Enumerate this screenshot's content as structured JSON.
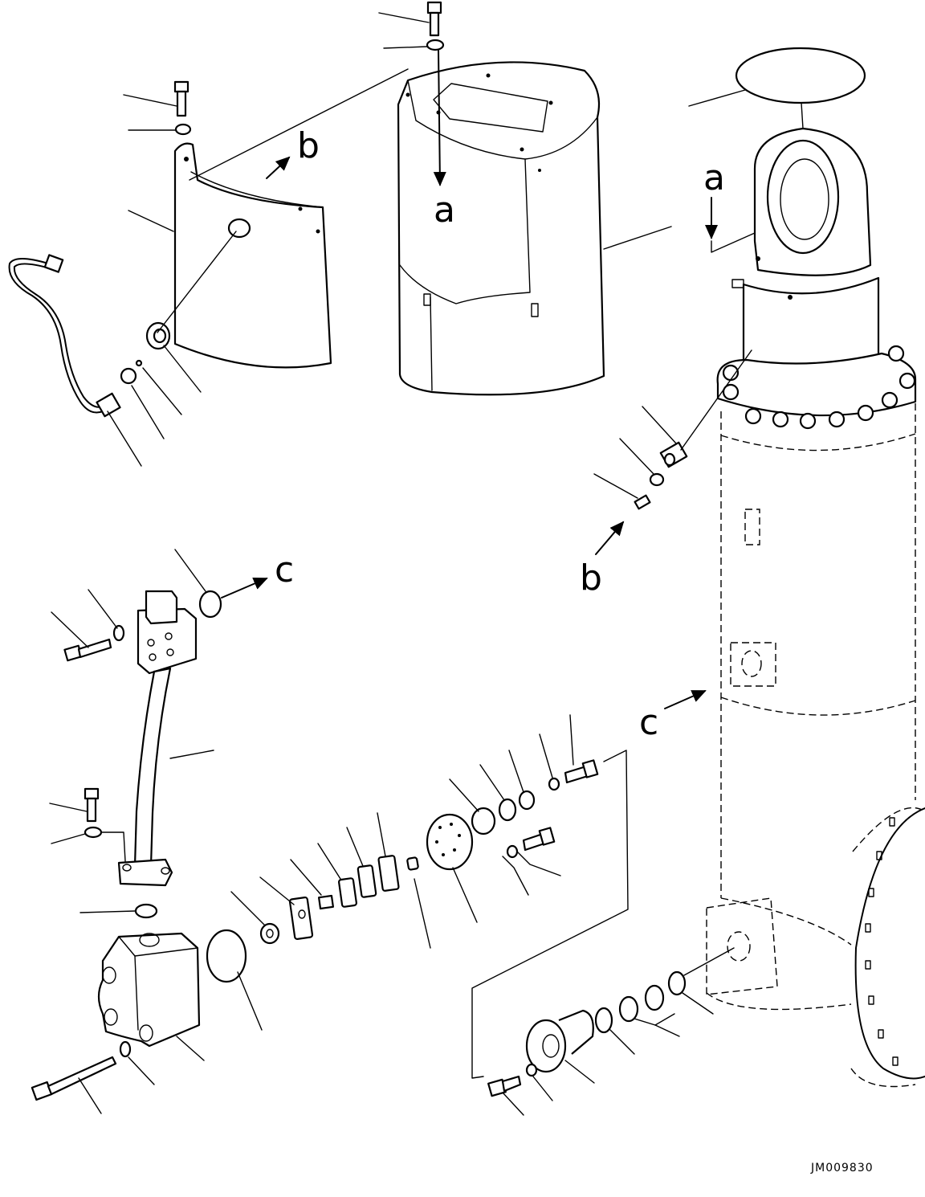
{
  "diagram": {
    "reference_letters": {
      "a": "a",
      "b": "b",
      "c": "c"
    },
    "drawing_number": "JM009830"
  }
}
